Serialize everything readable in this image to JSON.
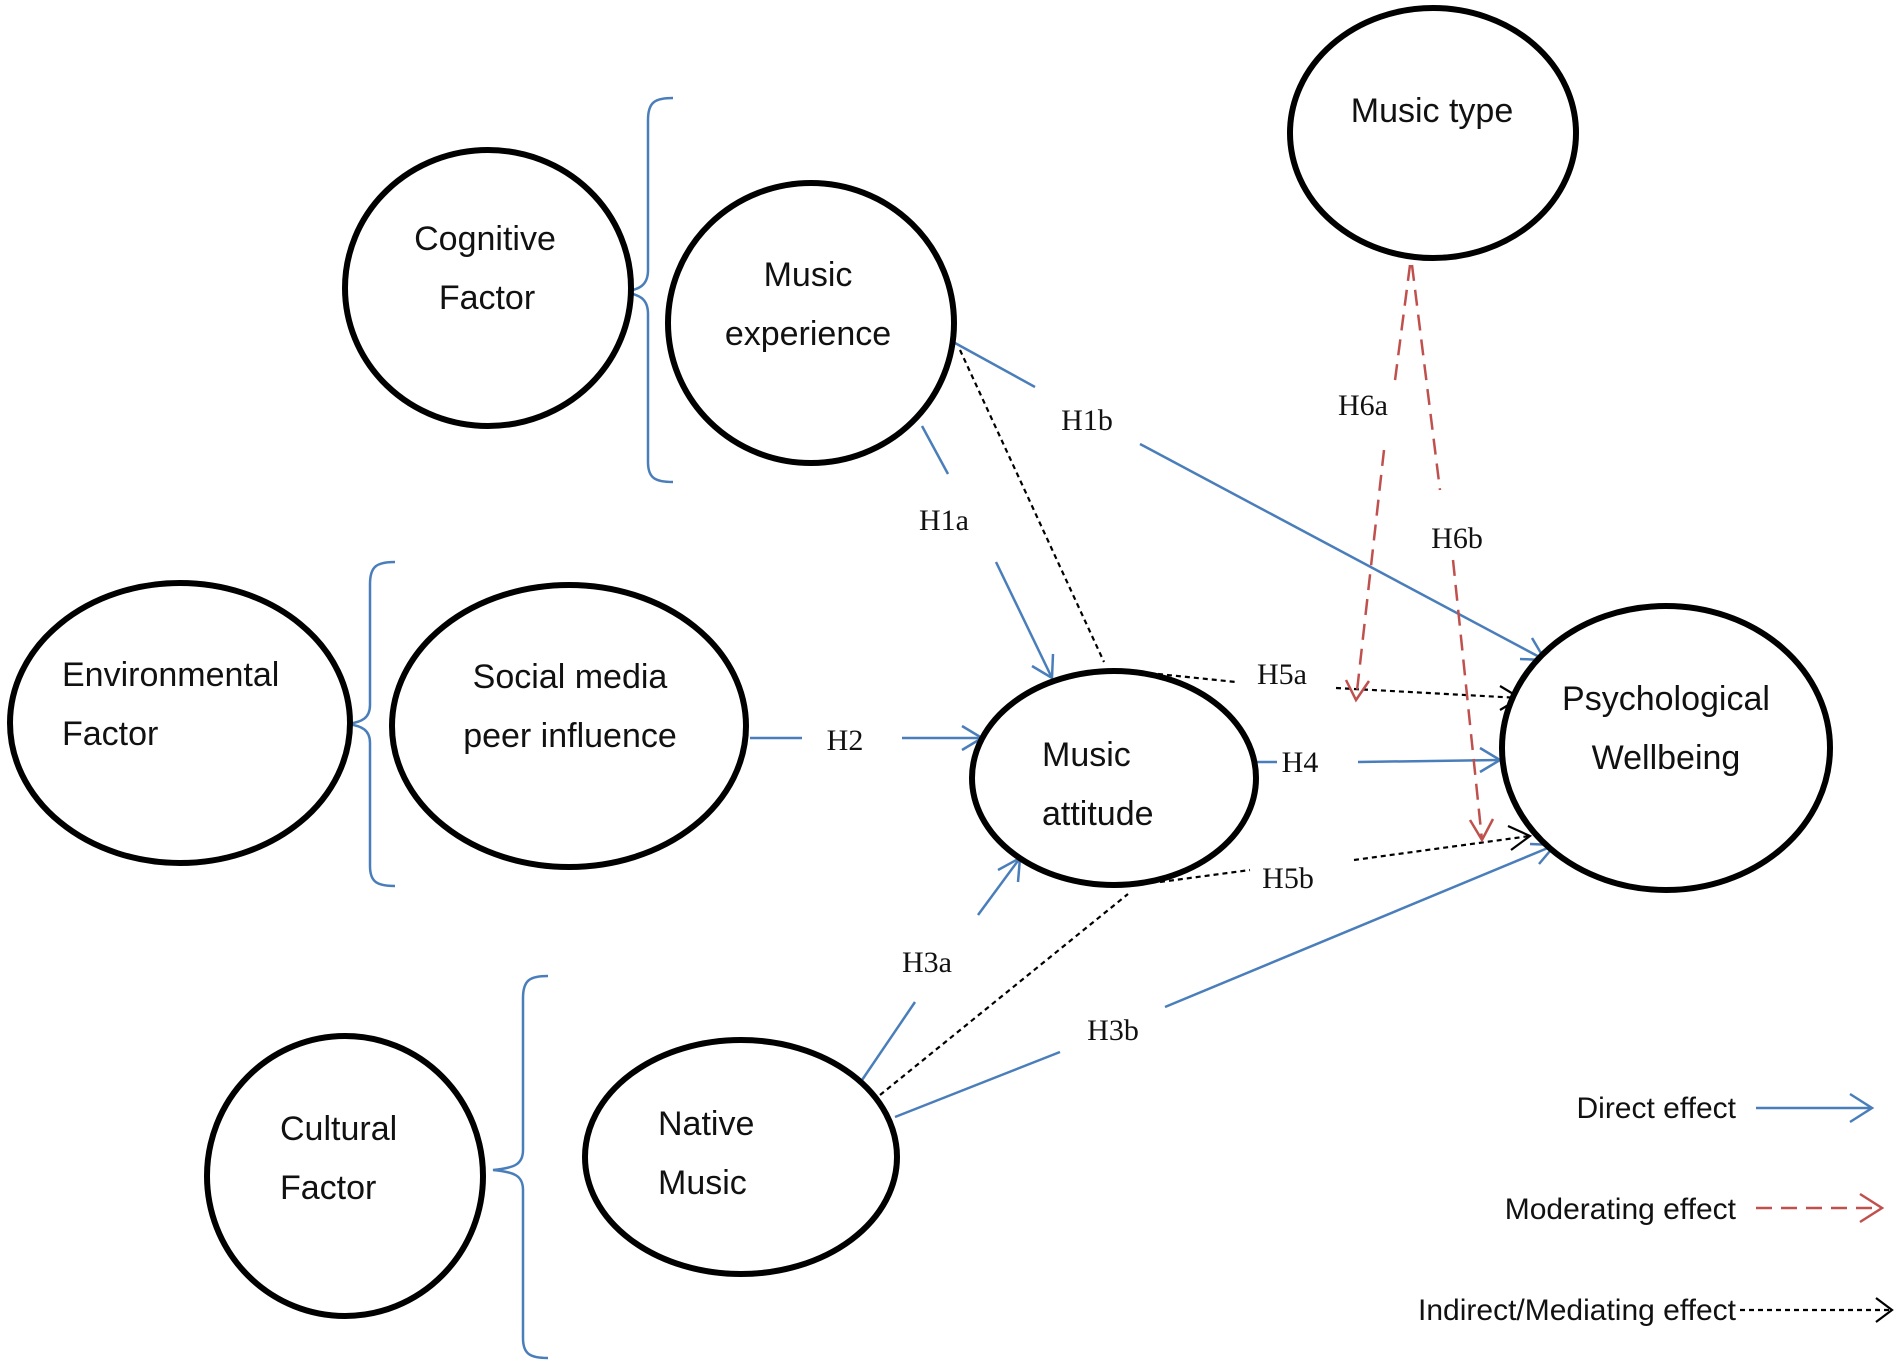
{
  "factors": {
    "cognitive": [
      "Cognitive",
      "Factor"
    ],
    "environmental": [
      "Environmental",
      "Factor"
    ],
    "cultural": [
      "Cultural",
      "Factor"
    ]
  },
  "constructs": {
    "music_experience": [
      "Music",
      "experience"
    ],
    "social_media": [
      "Social media",
      "peer influence"
    ],
    "native_music": [
      "Native",
      "Music"
    ],
    "music_attitude": [
      "Music",
      "attitude"
    ],
    "psych_wellbeing": [
      "Psychological",
      "Wellbeing"
    ],
    "music_type": [
      "Music type"
    ]
  },
  "hypotheses": {
    "H1a": "H1a",
    "H1b": "H1b",
    "H2": "H2",
    "H3a": "H3a",
    "H3b": "H3b",
    "H4": "H4",
    "H5a": "H5a",
    "H5b": "H5b",
    "H6a": "H6a",
    "H6b": "H6b"
  },
  "legend": {
    "direct": "Direct effect",
    "moderating": "Moderating effect",
    "indirect": "Indirect/Mediating effect"
  },
  "colors": {
    "direct": "#4a7ebb",
    "moderating": "#c0504d",
    "indirect": "#000000",
    "outline": "#000000"
  }
}
